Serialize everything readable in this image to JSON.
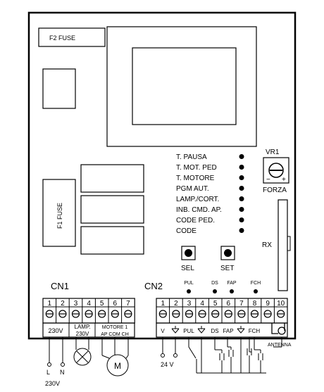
{
  "fuses": {
    "f2": "F2  FUSE",
    "f1": "F1 FUSE"
  },
  "indicators": [
    "T. PAUSA",
    "T. MOT. PED",
    "T. MOTORE",
    "PGM AUT.",
    "LAMP./CORT.",
    "INB. CMD. AP.",
    "CODE PED.",
    "CODE"
  ],
  "trimmer": {
    "id": "VR1",
    "label": "FORZA",
    "minus": "−",
    "plus": "+"
  },
  "buttons": {
    "sel": "SEL",
    "set": "SET"
  },
  "rx": "RX",
  "connectors": {
    "cn1": {
      "title": "CN1",
      "terminals": [
        "1",
        "2",
        "3",
        "4",
        "5",
        "6",
        "7"
      ],
      "group_230v": "230V",
      "group_lamp": [
        "LAMP.",
        "230V"
      ],
      "group_motore": [
        "MOTORE 1",
        "AP COM CH"
      ]
    },
    "cn2": {
      "title": "CN2",
      "terminals": [
        "1",
        "2",
        "3",
        "4",
        "5",
        "6",
        "7",
        "8",
        "9",
        "10"
      ],
      "top_labels": [
        "PUL",
        "DS",
        "FAP",
        "FCH"
      ],
      "bottom_labels": [
        "V",
        "PUL",
        "DS",
        "FAP",
        "FCH"
      ]
    }
  },
  "wiring": {
    "l": "L",
    "n": "N",
    "mains": "230V",
    "motor": "M",
    "supply": "24 V",
    "antenna": "ANTENNA"
  }
}
